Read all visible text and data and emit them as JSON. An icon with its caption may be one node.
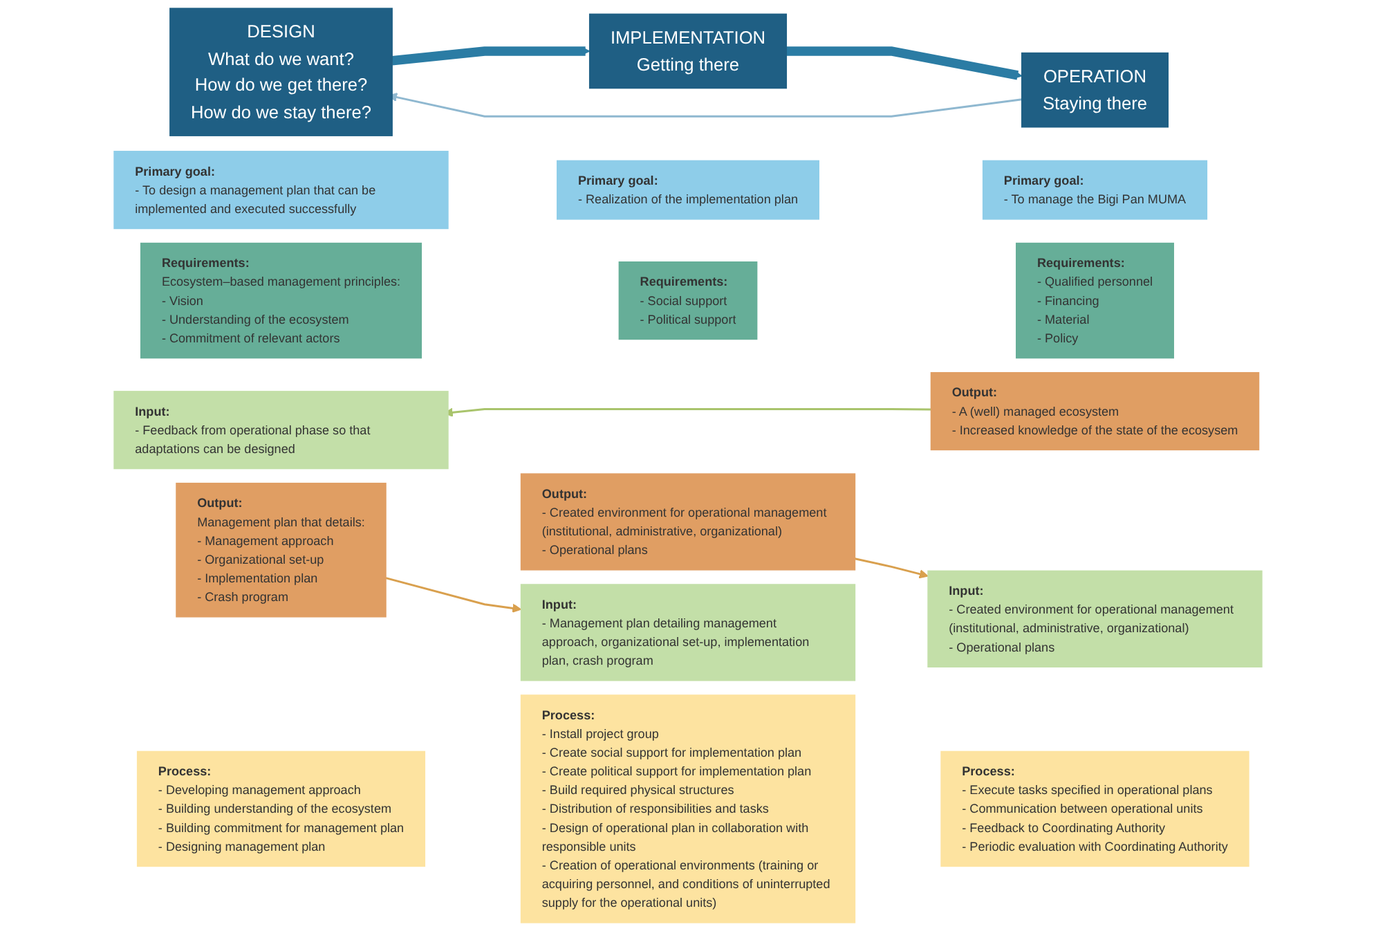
{
  "diagram": {
    "nodes": [
      {
        "text": [
          "DESIGN",
          "What do we want?",
          "How do we get there?",
          "How do we stay there?"
        ]
      },
      {
        "text": [
          "Primary goal:",
          "- To design a management plan that can be implemented and executed successfully"
        ]
      },
      {
        "text": [
          "Requirements:",
          "Ecosystem–based management principles:",
          "- Vision",
          "- Understanding of the ecosystem",
          "- Commitment of relevant actors"
        ]
      },
      {
        "text": [
          "Input:",
          "- Feedback from operational phase so that adaptations can be designed"
        ]
      },
      {
        "text": [
          "Process:",
          "- Developing management approach",
          "- Building understanding of the ecosystem",
          "- Building commitment for management plan",
          "- Designing management plan"
        ]
      },
      {
        "text": [
          "Output:",
          "Management plan that details:",
          "- Management approach",
          "- Organizational set-up",
          "- Implementation plan",
          "- Crash program"
        ]
      },
      {
        "text": [
          "IMPLEMENTATION",
          "Getting there"
        ]
      },
      {
        "text": [
          "Primary goal:",
          "- Realization of the implementation plan"
        ]
      },
      {
        "text": [
          "Requirements:",
          "- Social support",
          "- Political support"
        ]
      },
      {
        "text": [
          "Input:",
          "- Management plan detailing management approach, organizational set-up, implementation plan, crash program"
        ]
      },
      {
        "text": [
          "Process:",
          "- Install project group",
          "- Create social support for implementation plan",
          "- Create political support for implementation plan",
          "- Build required physical structures",
          "- Distribution of responsibilities and tasks",
          "- Design of operational plan in collaboration with responsible units",
          "- Creation of operational environments (training or acquiring personnel, and conditions of uninterrupted supply for the operational units)"
        ]
      },
      {
        "text": [
          "Output:",
          "- Created environment for operational management (institutional, administrative, organizational)",
          "- Operational plans"
        ]
      },
      {
        "text": [
          "OPERATION",
          "Staying there"
        ]
      },
      {
        "text": [
          "Primary goal:",
          "- To manage the Bigi Pan MUMA"
        ]
      },
      {
        "text": [
          "Requirements:",
          "- Qualified personnel",
          "- Financing",
          "- Material",
          "- Policy"
        ]
      },
      {
        "text": [
          "Input:",
          "- Created environment for operational management (institutional, administrative, organizational)",
          "- Operational plans"
        ]
      },
      {
        "text": [
          "Process:",
          "- Execute tasks specified in operational plans",
          "- Communication between operational units",
          "- Feedback to Coordinating Authority",
          "- Periodic evaluation with Coordinating Authority"
        ]
      },
      {
        "text": [
          "Output:",
          "- A (well) managed ecosystem",
          "- Increased knowledge of the state of the ecosysem"
        ]
      }
    ],
    "edges": [
      {
        "from": 0,
        "to": 6,
        "arrow": "to",
        "style": "thick",
        "color": "#2b7ca4"
      },
      {
        "from": 6,
        "to": 12,
        "arrow": "to",
        "style": "thick",
        "color": "#2b7ca4"
      },
      {
        "from": 12,
        "to": 0,
        "arrow": "to",
        "color": "#8fb8d0"
      },
      {
        "from": 5,
        "to": 9,
        "arrow": "to",
        "color": "#d9a04e"
      },
      {
        "from": 11,
        "to": 15,
        "arrow": "to",
        "color": "#d9a04e"
      },
      {
        "from": 17,
        "to": 3,
        "arrow": "to",
        "color": "#a9c46c"
      }
    ]
  }
}
